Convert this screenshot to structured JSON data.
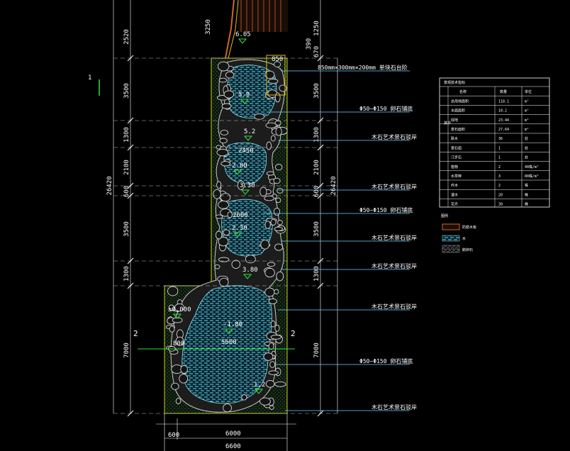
{
  "plan": {
    "top_marks": [
      "3250",
      "2520",
      "1250",
      "390",
      "670"
    ],
    "left_dims": [
      "3500",
      "1300",
      "2100",
      "600",
      "3500",
      "1300",
      "7000"
    ],
    "total_left": "26420",
    "right_dims": [
      "3500",
      "1300",
      "2100",
      "600",
      "3500",
      "1300",
      "7000"
    ],
    "total_right": "26420",
    "bottom_dims": [
      "600",
      "6000",
      "6600"
    ],
    "levels": [
      "6.05",
      "5.9",
      "5.2",
      "2.80",
      "3.30",
      "2.30",
      "3.80",
      "±0.000",
      "-1.80",
      "1.2"
    ],
    "inner_dims": [
      "850",
      "2450",
      "2600",
      "800",
      "5600"
    ],
    "section_marks": [
      "2",
      "2"
    ],
    "marker": "1",
    "notes": [
      "850mm×300mm×200mm 单块石台阶",
      "Φ50~Φ150 卵石铺底",
      "木石艺术景石驳岸",
      "木石艺术景石驳岸",
      "Φ50~Φ150 卵石铺底",
      "木石艺术景石驳岸",
      "木石艺术景石驳岸",
      "木石艺术景石驳岸",
      "Φ50~Φ150 卵石铺底",
      "木石艺术景石驳岸"
    ]
  },
  "table": {
    "title": "景观技术指标",
    "header": [
      "名称",
      "数量",
      "单位"
    ],
    "rows": [
      [
        "总用地面积",
        "118.1",
        "m²"
      ],
      [
        "水面面积",
        "10.2",
        "m²"
      ],
      [
        "绿地",
        "23.44",
        "m²"
      ],
      [
        "景石面积",
        "27.64",
        "m²"
      ],
      [
        "跌水",
        "36",
        "处"
      ],
      [
        "景石组",
        "1",
        "处"
      ],
      [
        "汀步石",
        "1",
        "处"
      ],
      [
        "植物",
        "2",
        "40株/m²"
      ],
      [
        "水草种",
        "3",
        "80株/m²"
      ],
      [
        "乔木",
        "2",
        "株"
      ],
      [
        "灌木",
        "20",
        "株"
      ],
      [
        "花卉",
        "30",
        "株"
      ]
    ],
    "side_label": "其中"
  },
  "legend": {
    "title": "图例",
    "items": [
      "防腐木板",
      "水",
      "鹅卵石"
    ]
  }
}
